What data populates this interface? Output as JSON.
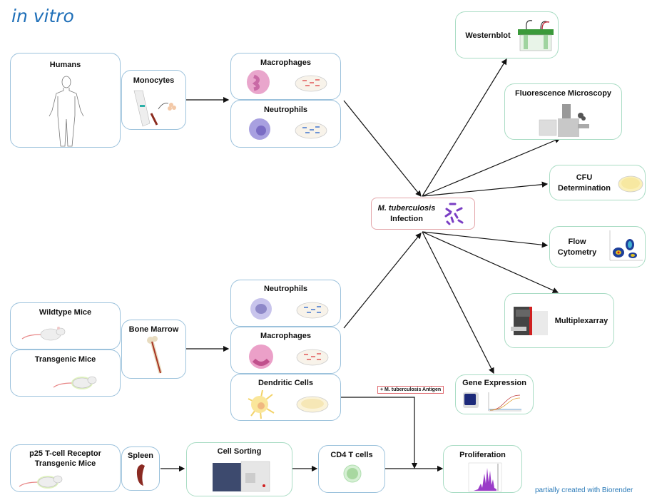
{
  "title": "in vitro",
  "humans": {
    "label": "Humans"
  },
  "monocytes": {
    "label": "Monocytes"
  },
  "human_cells": [
    {
      "label": "Macrophages"
    },
    {
      "label": "Neutrophils"
    }
  ],
  "infection": {
    "label_italic": "M. tuberculosis",
    "label": "Infection"
  },
  "readouts": {
    "westernblot": "Westernblot",
    "fluorescence": "Fluorescence Microscopy",
    "cfu_line1": "CFU",
    "cfu_line2": "Determination",
    "flow_line1": "Flow",
    "flow_line2": "Cytometry",
    "multiplex": "Multiplexarray",
    "gene_expression": "Gene Expression",
    "proliferation": "Proliferation"
  },
  "mice": {
    "wildtype": "Wildtype Mice",
    "transgenic": "Transgenic Mice",
    "bone_marrow": "Bone Marrow"
  },
  "mouse_cells": [
    {
      "label": "Neutrophils"
    },
    {
      "label": "Macrophages"
    },
    {
      "label": "Dendritic Cells"
    }
  ],
  "antigen_tag": "+ M. tuberculosis Antigen",
  "tcell": {
    "p25_line1": "p25 T-cell Receptor",
    "p25_line2": "Transgenic Mice",
    "spleen": "Spleen",
    "cell_sorting": "Cell Sorting",
    "cd4": "CD4 T cells"
  },
  "credit": "partially created with Biorender",
  "colors": {
    "title": "#1f6fb8",
    "border_source": "#9cc2dc",
    "border_readout": "#a9dcc4",
    "border_infection": "#e3a4a8"
  }
}
